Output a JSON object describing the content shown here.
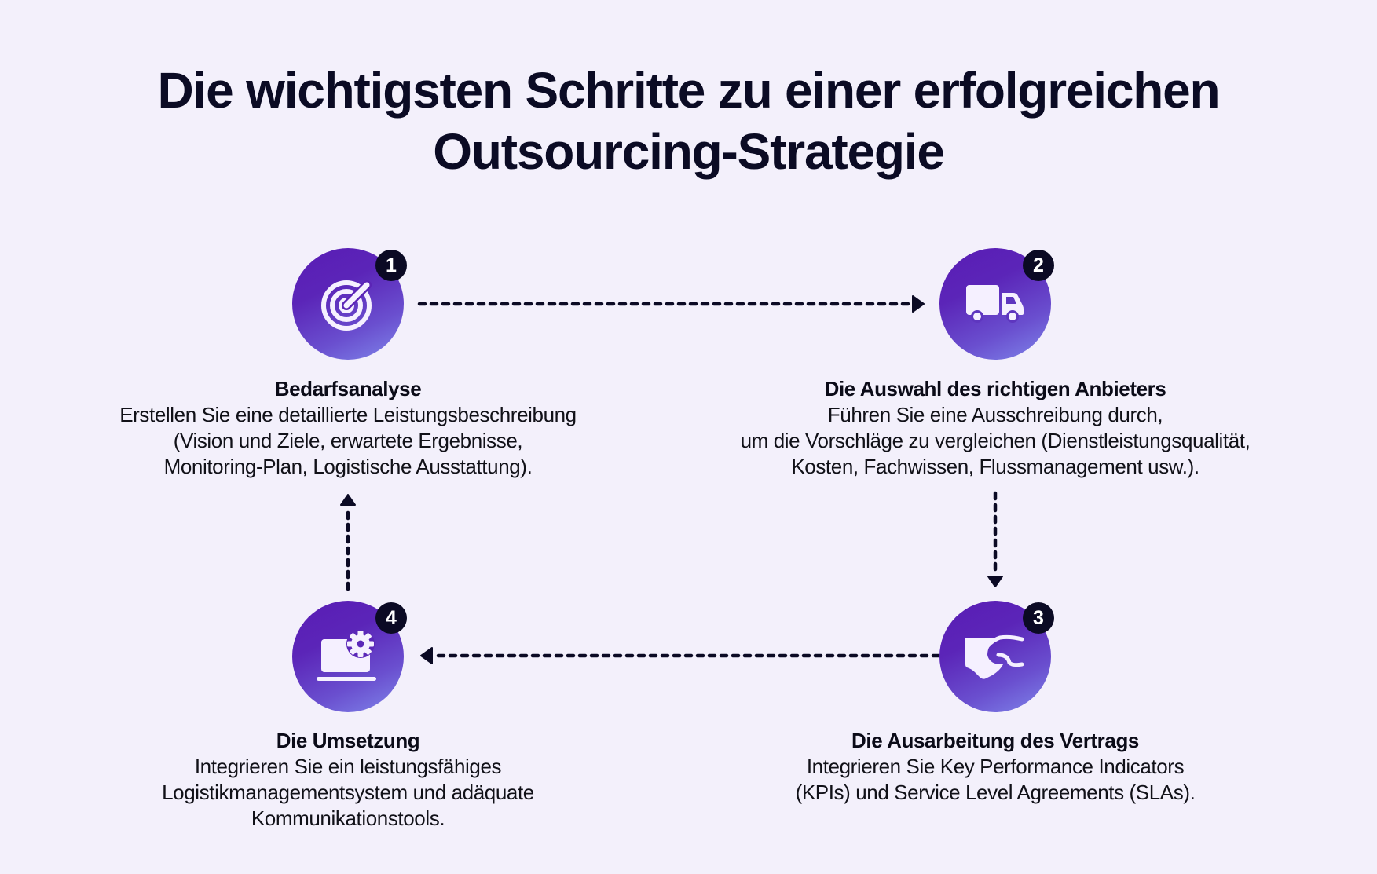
{
  "title": {
    "line1": "Die wichtigsten Schritte zu einer erfolgreichen",
    "line2": "Outsourcing-Strategie"
  },
  "colors": {
    "background": "#f3f0fb",
    "title": "#0b0b24",
    "circle_gradient_start": "#5a1cb5",
    "circle_gradient_end": "#7f86ea",
    "badge": "#0b0a24",
    "arrow": "#0b0a24",
    "icon": "#f5f0ff"
  },
  "steps": [
    {
      "number": "1",
      "icon": "target-icon",
      "heading": "Bedarfsanalyse",
      "lines": [
        "Erstellen Sie eine detaillierte Leistungsbeschreibung",
        "(Vision und Ziele, erwartete Ergebnisse,",
        "Monitoring-Plan, Logistische Ausstattung)."
      ]
    },
    {
      "number": "2",
      "icon": "truck-icon",
      "heading": "Die Auswahl des richtigen Anbieters",
      "lines": [
        "Führen Sie eine Ausschreibung durch,",
        "um die Vorschläge zu vergleichen (Dienstleistungsqualität,",
        "Kosten, Fachwissen, Flussmanagement usw.)."
      ]
    },
    {
      "number": "3",
      "icon": "handshake-icon",
      "heading": "Die Ausarbeitung des Vertrags",
      "lines": [
        "Integrieren Sie Key Performance Indicators",
        "(KPIs) und Service Level Agreements (SLAs)."
      ]
    },
    {
      "number": "4",
      "icon": "laptop-gear-icon",
      "heading": "Die Umsetzung",
      "lines": [
        "Integrieren Sie ein leistungsfähiges",
        "Logistikmanagementsystem und adäquate",
        "Kommunikationstools."
      ]
    }
  ],
  "flow": [
    {
      "from": "1",
      "to": "2",
      "direction": "right"
    },
    {
      "from": "2",
      "to": "3",
      "direction": "down"
    },
    {
      "from": "3",
      "to": "4",
      "direction": "left"
    },
    {
      "from": "4",
      "to": "1",
      "direction": "up"
    }
  ]
}
